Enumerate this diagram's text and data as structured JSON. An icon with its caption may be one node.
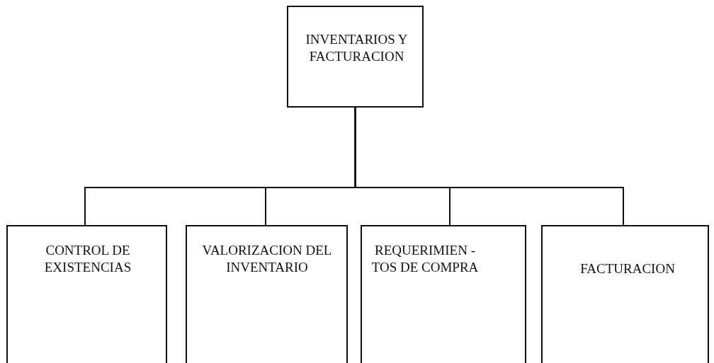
{
  "diagram": {
    "nodes": [
      {
        "text": [
          "INVENTARIOS Y FACTURACION"
        ]
      },
      {
        "text": [
          "CONTROL DE EXISTENCIAS"
        ]
      },
      {
        "text": [
          "VALORIZACION DEL INVENTARIO"
        ]
      },
      {
        "text": [
          "REQUERIMIEN - TOS DE COMPRA"
        ]
      },
      {
        "text": [
          "FACTURACION"
        ]
      }
    ],
    "edges": [
      {
        "from": 0,
        "to": 1,
        "arrow": "none"
      },
      {
        "from": 0,
        "to": 2,
        "arrow": "none"
      },
      {
        "from": 0,
        "to": 3,
        "arrow": "none"
      },
      {
        "from": 0,
        "to": 4,
        "arrow": "none"
      }
    ]
  }
}
